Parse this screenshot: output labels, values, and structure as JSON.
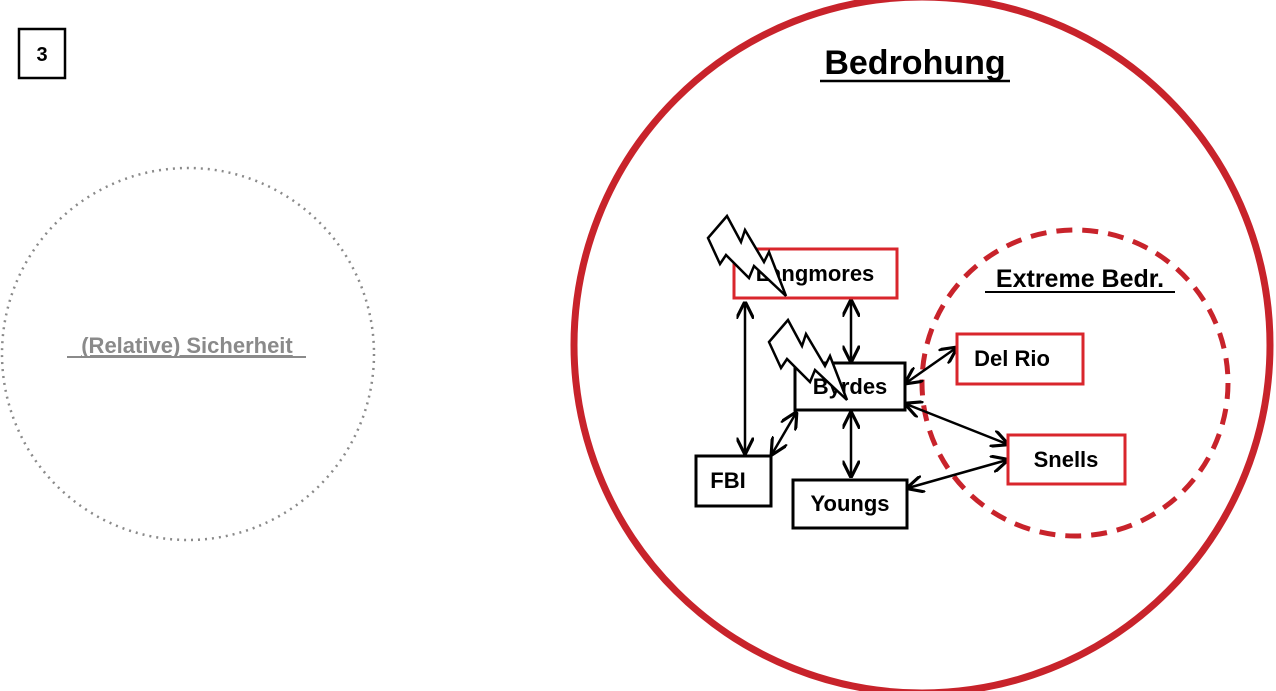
{
  "figure_number": "3",
  "safety_zone": {
    "label": "(Relative) Sicherheit"
  },
  "threat_zone": {
    "title": "Bedrohung"
  },
  "extreme_zone": {
    "title": "Extreme Bedr."
  },
  "nodes": {
    "langmores": "Langmores",
    "byrdes": "Byrdes",
    "fbi": "FBI",
    "youngs": "Youngs",
    "delrio": "Del Rio",
    "snells": "Snells"
  },
  "colors": {
    "threat": "#c8232b",
    "safety": "#8a8a8a",
    "ink": "#000000"
  }
}
